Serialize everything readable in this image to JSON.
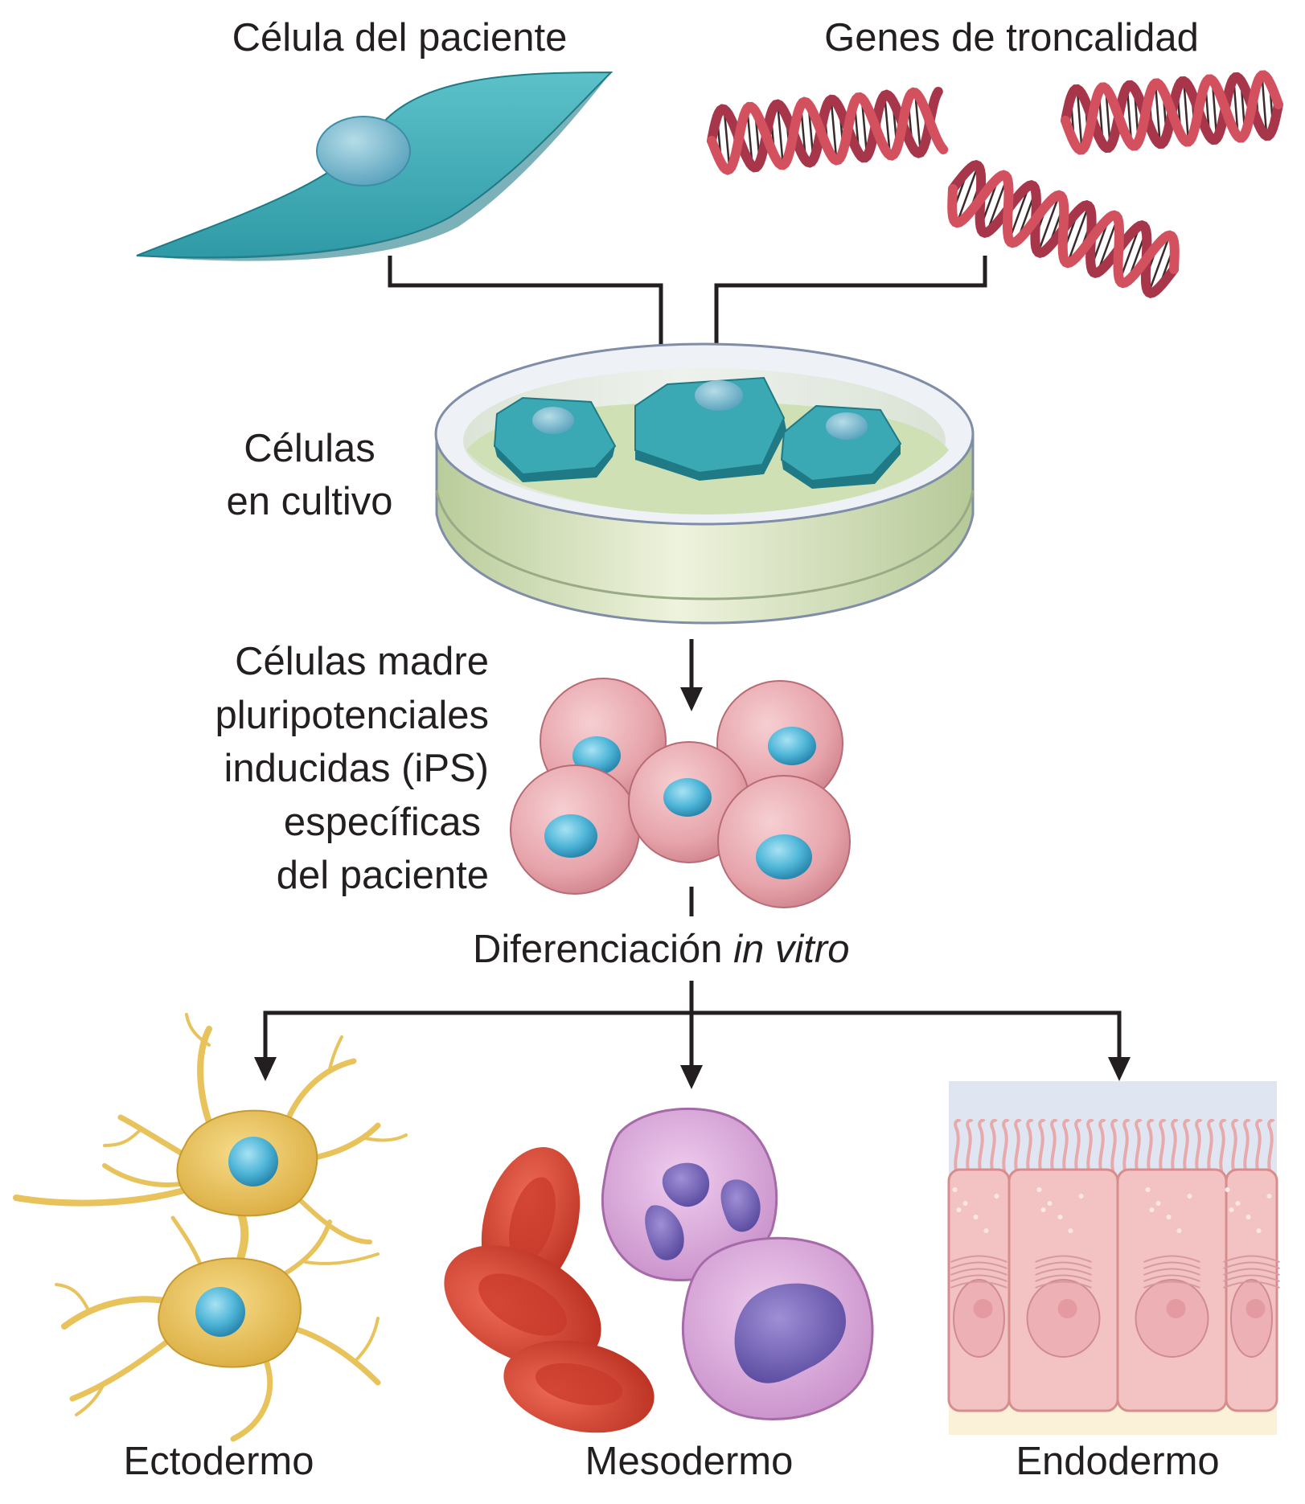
{
  "labels": {
    "patient_cell": "Célula del paciente",
    "stemness_genes": "Genes de troncalidad",
    "cultured_cells": [
      "Células",
      "en cultivo"
    ],
    "ips_cells": [
      "Células madre",
      "pluripotenciales",
      "inducidas (iPS)",
      "específicas",
      "del paciente"
    ],
    "differentiation_text": "Diferenciación",
    "differentiation_italic": "in vitro",
    "ectoderm": "Ectodermo",
    "mesoderm": "Mesodermo",
    "endoderm": "Endodermo"
  },
  "colors": {
    "patient_cell": "#3aa9b3",
    "nucleus_blue": "#4fb6d8",
    "dna_red": "#d3505f",
    "dish_medium": "#cfe0b4",
    "ips_cell": "#e9a8ae",
    "neuron": "#e8c25a",
    "red_blood_cell": "#d8412f",
    "white_blood_cell": "#d9a6d8",
    "epithelium": "#f3c3c3",
    "arrow": "#231f20"
  },
  "icons": {
    "patient_cell": "fibroblast-icon",
    "genes": "dna-helix-icon",
    "dish": "petri-dish-icon",
    "ips": "stem-cell-cluster-icon",
    "ectoderm": "neuron-icon",
    "mesoderm": "blood-cells-icon",
    "endoderm": "epithelium-icon"
  }
}
